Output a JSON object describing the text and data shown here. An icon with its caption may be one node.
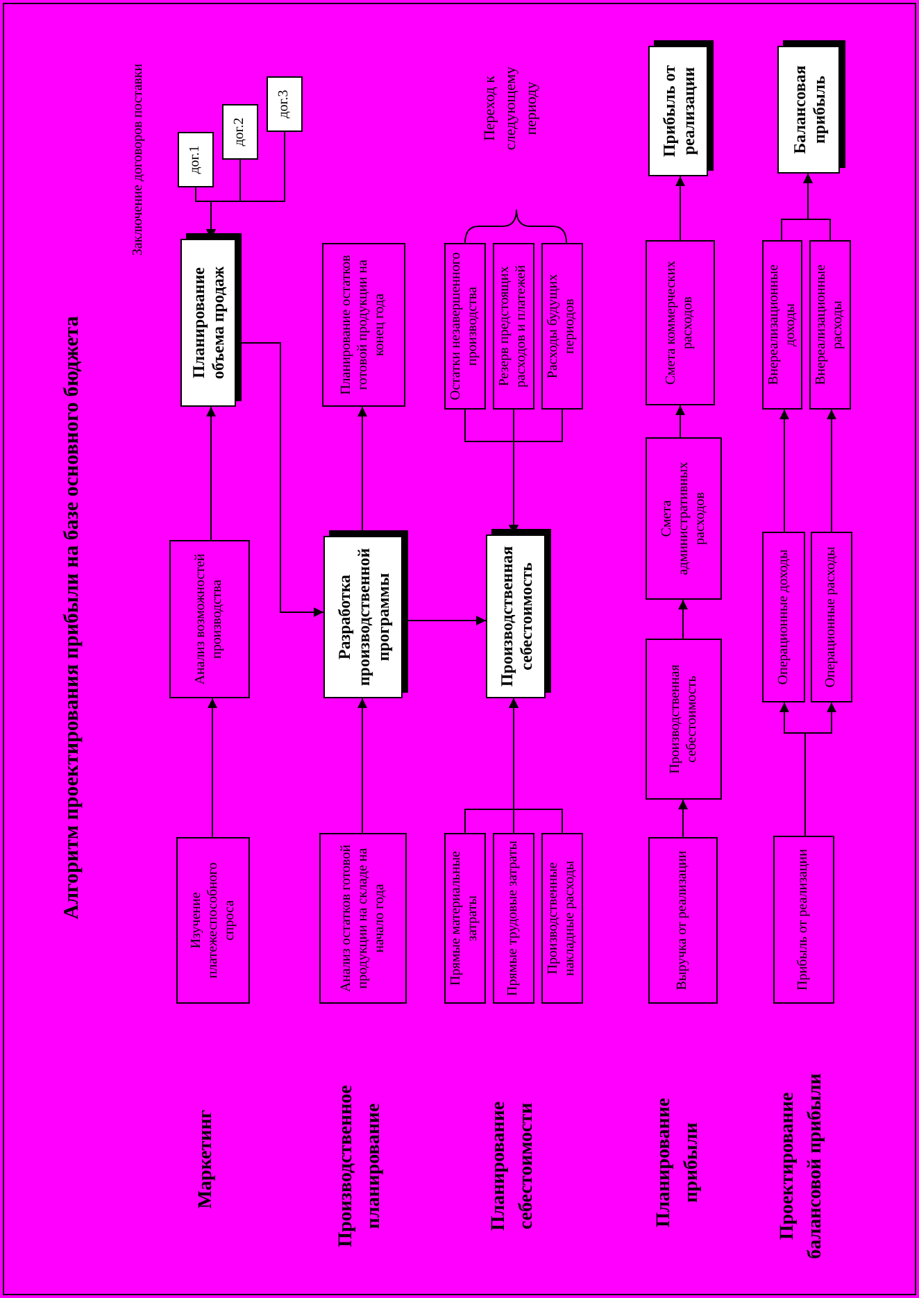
{
  "diagram": {
    "title": "Алгоритм проектирования прибыли на базе основного бюджета",
    "nodes": [
      {
        "text": [
          "Изучение платежеспособного спроса"
        ]
      },
      {
        "text": [
          "Анализ возможностей производства"
        ]
      },
      {
        "text": [
          "Планирование объема продаж"
        ]
      },
      {
        "text": [
          "дог.1"
        ]
      },
      {
        "text": [
          "дог.2"
        ]
      },
      {
        "text": [
          "дог.3"
        ]
      },
      {
        "text": [
          "Анализ остатков готовой продукции на складе на начало года"
        ]
      },
      {
        "text": [
          "Разработка производственной программы"
        ]
      },
      {
        "text": [
          "Планирование остатков готовой продукции на конец года"
        ]
      },
      {
        "text": [
          "Прямые материальные затраты"
        ]
      },
      {
        "text": [
          "Прямые трудовые затраты"
        ]
      },
      {
        "text": [
          "Производственные накладные расходы"
        ]
      },
      {
        "text": [
          "Производственная себестоимость"
        ]
      },
      {
        "text": [
          "Остатки незавершенного производства"
        ]
      },
      {
        "text": [
          "Резерв предстоящих расходов и платежей"
        ]
      },
      {
        "text": [
          "Расходы будущих периодов"
        ]
      },
      {
        "text": [
          "Выручка от реализации"
        ]
      },
      {
        "text": [
          "Производственная себестоимость"
        ]
      },
      {
        "text": [
          "Смета административных расходов"
        ]
      },
      {
        "text": [
          "Смета коммерческих расходов"
        ]
      },
      {
        "text": [
          "Прибыль от реализации"
        ]
      },
      {
        "text": [
          "Прибыль от реализации"
        ]
      },
      {
        "text": [
          "Операционные доходы"
        ]
      },
      {
        "text": [
          "Операционные расходы"
        ]
      },
      {
        "text": [
          "Внереализационные доходы"
        ]
      },
      {
        "text": [
          "Внереализационные расходы"
        ]
      },
      {
        "text": [
          "Балансовая прибыль"
        ]
      }
    ],
    "edges": [
      {
        "from": 0,
        "to": 1,
        "arrow": "to"
      },
      {
        "from": 1,
        "to": 2,
        "arrow": "to"
      },
      {
        "from": 3,
        "to": 2,
        "arrow": "to"
      },
      {
        "from": 4,
        "to": 2,
        "arrow": "to"
      },
      {
        "from": 5,
        "to": 2,
        "arrow": "to"
      },
      {
        "from": 2,
        "to": 7,
        "arrow": "to"
      },
      {
        "from": 6,
        "to": 7,
        "arrow": "to"
      },
      {
        "from": 7,
        "to": 8,
        "arrow": "to"
      },
      {
        "from": 7,
        "to": 12,
        "arrow": "to"
      },
      {
        "from": 9,
        "to": 12,
        "arrow": "to"
      },
      {
        "from": 10,
        "to": 12,
        "arrow": "to"
      },
      {
        "from": 11,
        "to": 12,
        "arrow": "to"
      },
      {
        "from": 13,
        "to": 12,
        "arrow": "to"
      },
      {
        "from": 14,
        "to": 12,
        "arrow": "to"
      },
      {
        "from": 15,
        "to": 12,
        "arrow": "to"
      },
      {
        "from": 16,
        "to": 17,
        "arrow": "to"
      },
      {
        "from": 17,
        "to": 18,
        "arrow": "to"
      },
      {
        "from": 18,
        "to": 19,
        "arrow": "to"
      },
      {
        "from": 19,
        "to": 20,
        "arrow": "to"
      },
      {
        "from": 21,
        "to": 22,
        "arrow": "to"
      },
      {
        "from": 21,
        "to": 23,
        "arrow": "to"
      },
      {
        "from": 22,
        "to": 24,
        "arrow": "to"
      },
      {
        "from": 23,
        "to": 25,
        "arrow": "to"
      },
      {
        "from": 24,
        "to": 26,
        "arrow": "to"
      },
      {
        "from": 25,
        "to": 26,
        "arrow": "to"
      }
    ],
    "labels": [
      "Заключение договоров поставки",
      "Маркетинг",
      "Производственное планирование",
      "Планирование себестоимости",
      "Переход к следующему периоду",
      "Планирование прибыли",
      "Проектирование балансовой прибыли"
    ]
  }
}
